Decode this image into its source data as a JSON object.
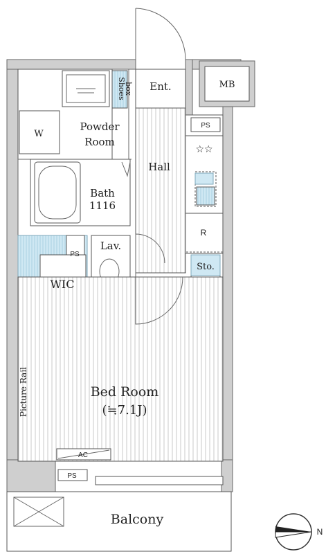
{
  "rooms": {
    "entrance": "Ent.",
    "shoes_box_1": "Shoes",
    "shoes_box_2": "box",
    "mb": "MB",
    "ps_top": "PS",
    "washer": "W",
    "powder_room_1": "Powder",
    "powder_room_2": "Room",
    "hall": "Hall",
    "bath_1": "Bath",
    "bath_2": "1116",
    "refrigerator": "R",
    "storage": "Sto.",
    "lavatory": "Lav.",
    "ps_mid": "PS",
    "wic": "WIC",
    "bedroom_1": "Bed Room",
    "bedroom_2": "(≒7.1J)",
    "picture_rail": "Picture Rail",
    "ac": "AC",
    "ps_bottom": "PS",
    "balcony": "Balcony",
    "north": "N",
    "stove_mark": "☆☆"
  },
  "colors": {
    "wall": "#cfcfcf",
    "wet_area_blue": "#cfe8f3"
  }
}
